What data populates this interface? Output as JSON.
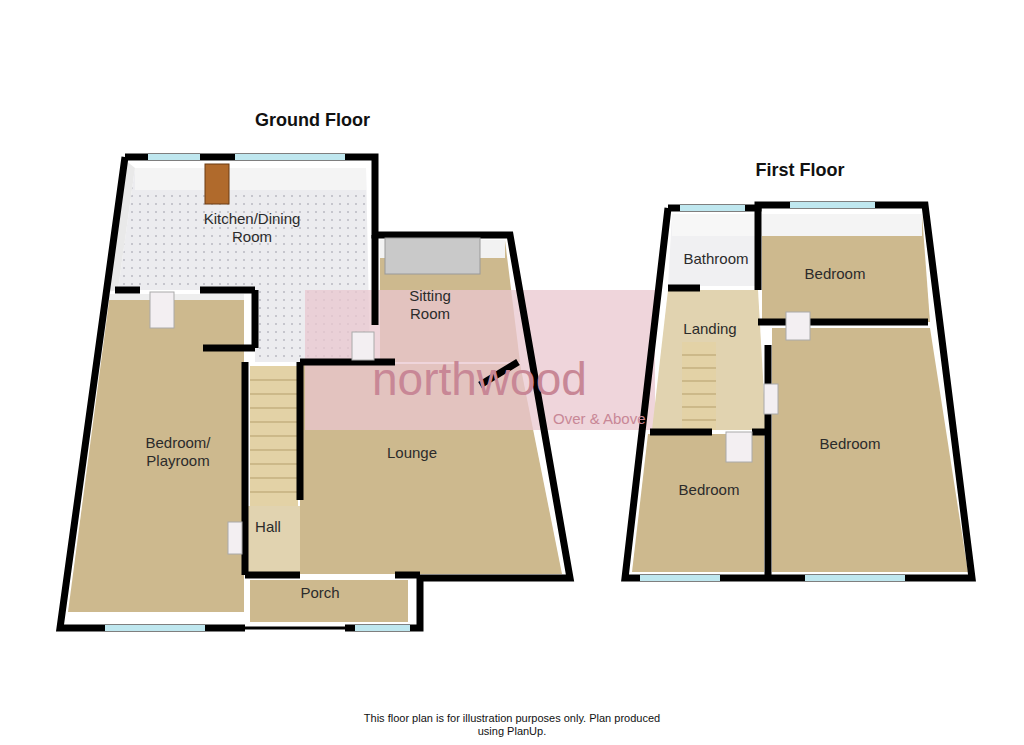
{
  "diagram": {
    "caption": "This floor plan is for illustration purposes only. Plan produced using PlanUp.",
    "nodes": [
      {
        "text": [
          "Ground Floor"
        ]
      },
      {
        "text": [
          "Kitchen/Dining Room"
        ],
        "in": 0
      },
      {
        "text": [
          "Sitting Room"
        ],
        "in": 0
      },
      {
        "text": [
          "Bedroom/ Playroom"
        ],
        "in": 0
      },
      {
        "text": [
          "Lounge"
        ],
        "in": 0
      },
      {
        "text": [
          "Hall"
        ],
        "in": 0
      },
      {
        "text": [
          "Porch"
        ],
        "in": 0
      },
      {
        "text": [
          "First Floor"
        ]
      },
      {
        "text": [
          "Bathroom"
        ],
        "in": 7
      },
      {
        "text": [
          "Bedroom"
        ],
        "in": 7
      },
      {
        "text": [
          "Landing"
        ],
        "in": 7
      },
      {
        "text": [
          "Bedroom"
        ],
        "in": 7
      },
      {
        "text": [
          "Bedroom"
        ],
        "in": 7
      }
    ],
    "labels": [
      "northwood",
      "Over & Above"
    ]
  }
}
